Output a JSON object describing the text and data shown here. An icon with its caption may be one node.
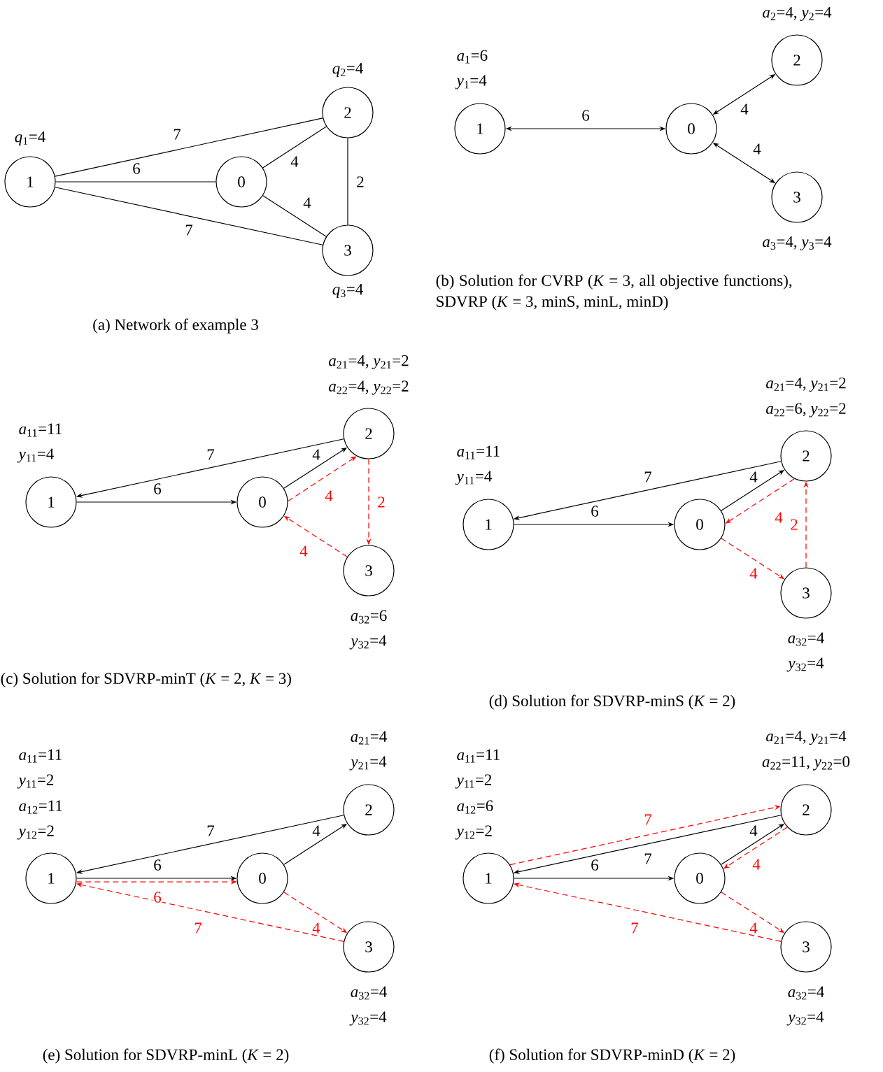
{
  "diagram": {
    "nodes": [
      {
        "text": [
          "1"
        ],
        "beside": [
          "*q*$_{1}$=4"
        ]
      },
      {
        "text": [
          "0"
        ]
      },
      {
        "text": [
          "2"
        ],
        "beside": [
          "*q*$_{2}$=4"
        ]
      },
      {
        "text": [
          "3"
        ],
        "beside": [
          "*q*$_{3}$=4"
        ]
      },
      {
        "text": [
          "1"
        ],
        "beside": [
          "*a*$_{1}$=6",
          "*y*$_{1}$=4"
        ]
      },
      {
        "text": [
          "0"
        ]
      },
      {
        "text": [
          "2"
        ],
        "beside": [
          "*a*$_{2}$=4, *y*$_{2}$=4"
        ]
      },
      {
        "text": [
          "3"
        ],
        "beside": [
          "*a*$_{3}$=4, *y*$_{3}$=4"
        ]
      },
      {
        "text": [
          "1"
        ],
        "beside": [
          "*a*$_{11}$=11",
          "*y*$_{11}$=4"
        ]
      },
      {
        "text": [
          "0"
        ]
      },
      {
        "text": [
          "2"
        ],
        "beside": [
          "*a*$_{21}$=4, *y*$_{21}$=2",
          "*a*$_{22}$=4, *y*$_{22}$=2"
        ]
      },
      {
        "text": [
          "3"
        ],
        "beside": [
          "*a*$_{32}$=6",
          "*y*$_{32}$=4"
        ]
      },
      {
        "text": [
          "1"
        ],
        "beside": [
          "*a*$_{11}$=11",
          "*y*$_{11}$=4"
        ]
      },
      {
        "text": [
          "0"
        ]
      },
      {
        "text": [
          "2"
        ],
        "beside": [
          "*a*$_{21}$=4, *y*$_{21}$=2",
          "*a*$_{22}$=6, *y*$_{22}$=2"
        ]
      },
      {
        "text": [
          "3"
        ],
        "beside": [
          "*a*$_{32}$=4",
          "*y*$_{32}$=4"
        ]
      },
      {
        "text": [
          "1"
        ],
        "beside": [
          "*a*$_{11}$=11",
          "*y*$_{11}$=2",
          "*a*$_{12}$=11",
          "*y*$_{12}$=2"
        ]
      },
      {
        "text": [
          "0"
        ]
      },
      {
        "text": [
          "2"
        ],
        "beside": [
          "*a*$_{21}$=4",
          "*y*$_{21}$=4"
        ]
      },
      {
        "text": [
          "3"
        ],
        "beside": [
          "*a*$_{32}$=4",
          "*y*$_{32}$=4"
        ]
      },
      {
        "text": [
          "1"
        ],
        "beside": [
          "*a*$_{11}$=11",
          "*y*$_{11}$=2",
          "*a*$_{12}$=6",
          "*y*$_{12}$=2"
        ]
      },
      {
        "text": [
          "0"
        ]
      },
      {
        "text": [
          "2"
        ],
        "beside": [
          "*a*$_{21}$=4, *y*$_{21}$=4",
          "*a*$_{22}$=11, *y*$_{22}$=0"
        ]
      },
      {
        "text": [
          "3"
        ],
        "beside": [
          "*a*$_{32}$=4",
          "*y*$_{32}$=4"
        ]
      }
    ],
    "edges": [
      {
        "from": 0,
        "to": 2,
        "arrow": "none",
        "label": "7"
      },
      {
        "from": 0,
        "to": 1,
        "arrow": "none",
        "label": "6"
      },
      {
        "from": 0,
        "to": 3,
        "arrow": "none",
        "label": "7"
      },
      {
        "from": 1,
        "to": 2,
        "arrow": "none",
        "label": "4"
      },
      {
        "from": 1,
        "to": 3,
        "arrow": "none",
        "label": "4"
      },
      {
        "from": 2,
        "to": 3,
        "arrow": "none",
        "label": "2"
      },
      {
        "from": 4,
        "to": 5,
        "arrow": "both",
        "label": "6"
      },
      {
        "from": 5,
        "to": 6,
        "arrow": "both",
        "label": "4"
      },
      {
        "from": 5,
        "to": 7,
        "arrow": "both",
        "label": "4"
      },
      {
        "from": 10,
        "to": 8,
        "arrow": "to",
        "label": "7"
      },
      {
        "from": 8,
        "to": 9,
        "arrow": "to",
        "label": "6"
      },
      {
        "from": 9,
        "to": 10,
        "arrow": "to",
        "label": "4"
      },
      {
        "from": 9,
        "to": 10,
        "arrow": "to",
        "label": "4",
        "style": "dashed",
        "color": "#ff0000"
      },
      {
        "from": 10,
        "to": 11,
        "arrow": "to",
        "label": "2",
        "style": "dashed",
        "color": "#ff0000"
      },
      {
        "from": 11,
        "to": 9,
        "arrow": "to",
        "label": "4",
        "style": "dashed",
        "color": "#ff0000"
      },
      {
        "from": 14,
        "to": 12,
        "arrow": "to",
        "label": "7"
      },
      {
        "from": 12,
        "to": 13,
        "arrow": "to",
        "label": "6"
      },
      {
        "from": 13,
        "to": 14,
        "arrow": "to",
        "label": "4"
      },
      {
        "from": 14,
        "to": 13,
        "arrow": "to",
        "label": "4",
        "style": "dashed",
        "color": "#ff0000"
      },
      {
        "from": 13,
        "to": 15,
        "arrow": "to",
        "label": "4",
        "style": "dashed",
        "color": "#ff0000"
      },
      {
        "from": 15,
        "to": 14,
        "arrow": "to",
        "label": "2",
        "style": "dashed",
        "color": "#ff0000"
      },
      {
        "from": 18,
        "to": 16,
        "arrow": "to",
        "label": "7"
      },
      {
        "from": 16,
        "to": 17,
        "arrow": "to",
        "label": "6"
      },
      {
        "from": 17,
        "to": 18,
        "arrow": "to",
        "label": "4"
      },
      {
        "from": 16,
        "to": 17,
        "arrow": "to",
        "label": "6",
        "style": "dashed",
        "color": "#ff0000"
      },
      {
        "from": 17,
        "to": 19,
        "arrow": "to",
        "label": "4",
        "style": "dashed",
        "color": "#ff0000"
      },
      {
        "from": 19,
        "to": 16,
        "arrow": "to",
        "label": "7",
        "style": "dashed",
        "color": "#ff0000"
      },
      {
        "from": 22,
        "to": 20,
        "arrow": "to",
        "label": "7"
      },
      {
        "from": 20,
        "to": 21,
        "arrow": "to",
        "label": "6"
      },
      {
        "from": 21,
        "to": 22,
        "arrow": "to",
        "label": "4"
      },
      {
        "from": 20,
        "to": 22,
        "arrow": "to",
        "label": "7",
        "style": "dashed",
        "color": "#ff0000"
      },
      {
        "from": 22,
        "to": 21,
        "arrow": "to",
        "label": "4",
        "style": "dashed",
        "color": "#ff0000"
      },
      {
        "from": 21,
        "to": 23,
        "arrow": "to",
        "label": "4",
        "style": "dashed",
        "color": "#ff0000"
      },
      {
        "from": 23,
        "to": 20,
        "arrow": "to",
        "label": "7",
        "style": "dashed",
        "color": "#ff0000"
      }
    ],
    "labels": [
      "(a) Network of example 3",
      "(b) Solution for CVRP (*K* = 3, all objective functions), SDVRP (*K* = 3, minS, minL, minD)",
      "(c) Solution for SDVRP-minT (*K* = 2, *K* = 3)",
      "(d) Solution for SDVRP-minS (*K* = 2)",
      "(e) Solution for SDVRP-minL (*K* = 2)",
      "(f) Solution for SDVRP-minD (*K* = 2)"
    ]
  }
}
